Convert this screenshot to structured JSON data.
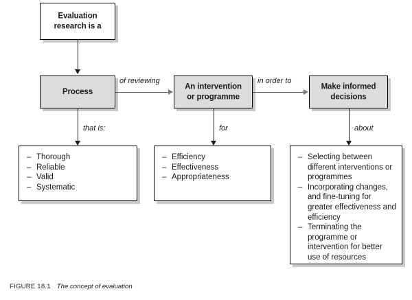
{
  "figure": {
    "caption_label": "FIGURE 18.1",
    "caption_title": "The concept of evaluation"
  },
  "nodes": {
    "root": {
      "line1": "Evaluation",
      "line2": "research is a"
    },
    "process": {
      "line1": "Process"
    },
    "intervention": {
      "line1": "An intervention",
      "line2": "or programme"
    },
    "decisions": {
      "line1": "Make informed",
      "line2": "decisions"
    }
  },
  "edge_labels": {
    "of_reviewing": "of reviewing",
    "in_order_to": "in order to",
    "that_is": "that is:",
    "for": "for",
    "about": "about"
  },
  "lists": {
    "process_qualities": [
      "Thorough",
      "Reliable",
      "Valid",
      "Systematic"
    ],
    "intervention_aspects": [
      "Efficiency",
      "Effectiveness",
      "Appropriateness"
    ],
    "decision_outcomes": [
      "Selecting between different interventions or programmes",
      "Incorporating changes, and fine-tuning for greater effectiveness and efficiency",
      "Terminating the programme or intervention for better use of resources"
    ]
  },
  "bullet": {
    "dash": "–"
  },
  "colors": {
    "box_border": "#000000",
    "box_fill_shaded": "#dcdcdc",
    "box_fill_plain": "#ffffff",
    "shadow": "#c9c9c9",
    "connector": "#1a1a1a",
    "arrow_horizontal": "#7a7a7a",
    "text": "#1a1a1a"
  }
}
